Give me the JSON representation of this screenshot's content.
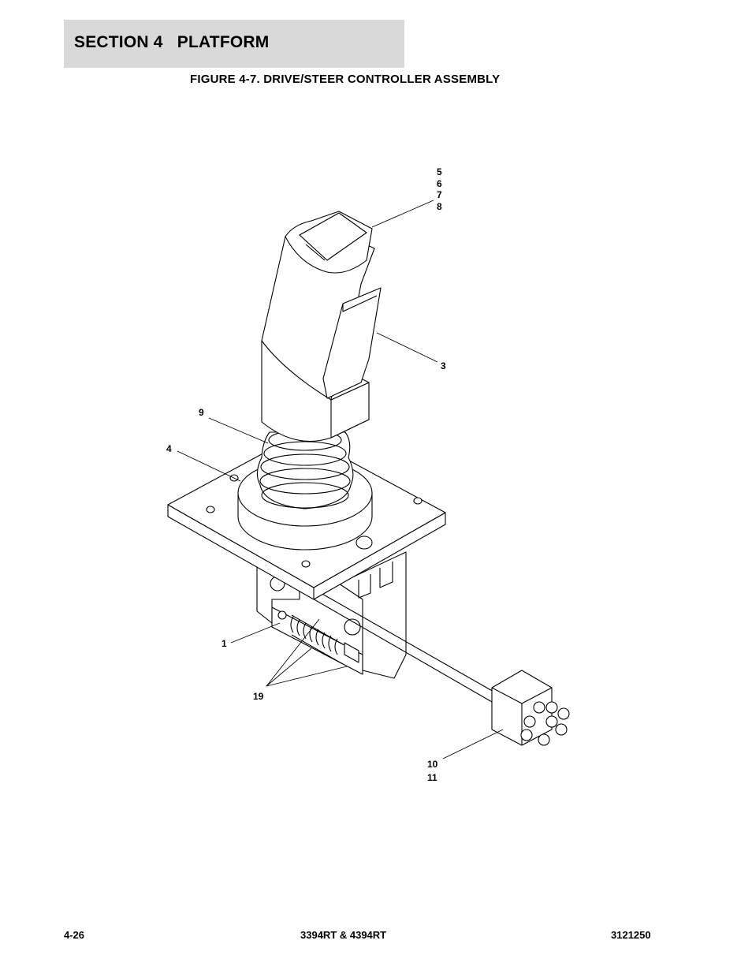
{
  "header": {
    "section": "SECTION 4   PLATFORM"
  },
  "figure": {
    "title": "FIGURE 4-7. DRIVE/STEER CONTROLLER ASSEMBLY"
  },
  "callouts": {
    "c5": "5",
    "c6": "6",
    "c7": "7",
    "c8": "8",
    "c3": "3",
    "c9": "9",
    "c4": "4",
    "c1": "1",
    "c19": "19",
    "c10": "10",
    "c11": "11"
  },
  "footer": {
    "page": "4-26",
    "model": "3394RT & 4394RT",
    "doc_number": "3121250"
  }
}
